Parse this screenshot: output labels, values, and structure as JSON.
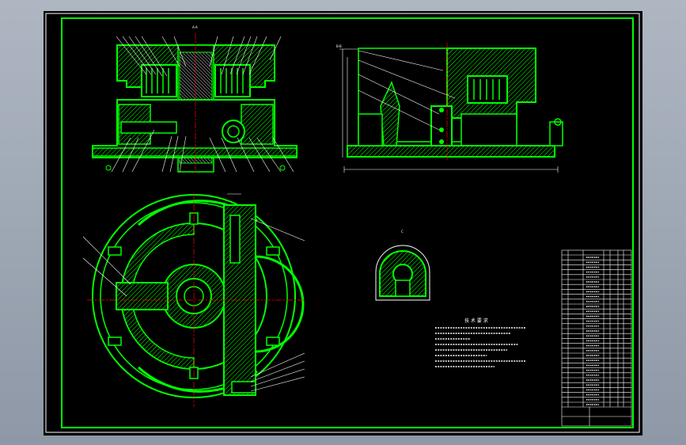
{
  "colors": {
    "frame": "#ffffff",
    "part": "#00ff00",
    "hatch": "#00ff00",
    "center_line": "#ff0000",
    "dimension": "#ffffff",
    "background": "#000000"
  },
  "views": {
    "front_section": {
      "label": "A-A"
    },
    "plan_view": {
      "label": "B-B"
    },
    "detail_view": {
      "label": "C"
    }
  },
  "technical_requirements": {
    "title": "技 术 要 求"
  }
}
